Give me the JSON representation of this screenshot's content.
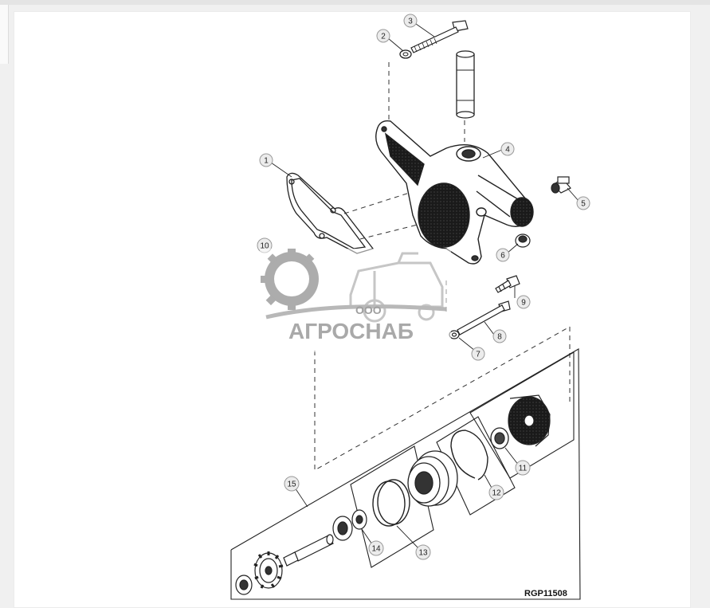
{
  "diagram": {
    "reference_code": "RGP11508",
    "callouts": [
      {
        "id": "c1",
        "label": "1"
      },
      {
        "id": "c2",
        "label": "2"
      },
      {
        "id": "c3",
        "label": "3"
      },
      {
        "id": "c4",
        "label": "4"
      },
      {
        "id": "c5",
        "label": "5"
      },
      {
        "id": "c6",
        "label": "6"
      },
      {
        "id": "c7",
        "label": "7"
      },
      {
        "id": "c8",
        "label": "8"
      },
      {
        "id": "c9",
        "label": "9"
      },
      {
        "id": "c10",
        "label": "10"
      },
      {
        "id": "c11",
        "label": "11"
      },
      {
        "id": "c12",
        "label": "12"
      },
      {
        "id": "c13",
        "label": "13"
      },
      {
        "id": "c14",
        "label": "14"
      },
      {
        "id": "c15",
        "label": "15"
      }
    ]
  },
  "watermark": {
    "company_prefix": "ООО",
    "company_name": "АГРОСНАБ",
    "colors": {
      "gray": "#b8b8b8",
      "dark": "#9a9a9a"
    }
  }
}
